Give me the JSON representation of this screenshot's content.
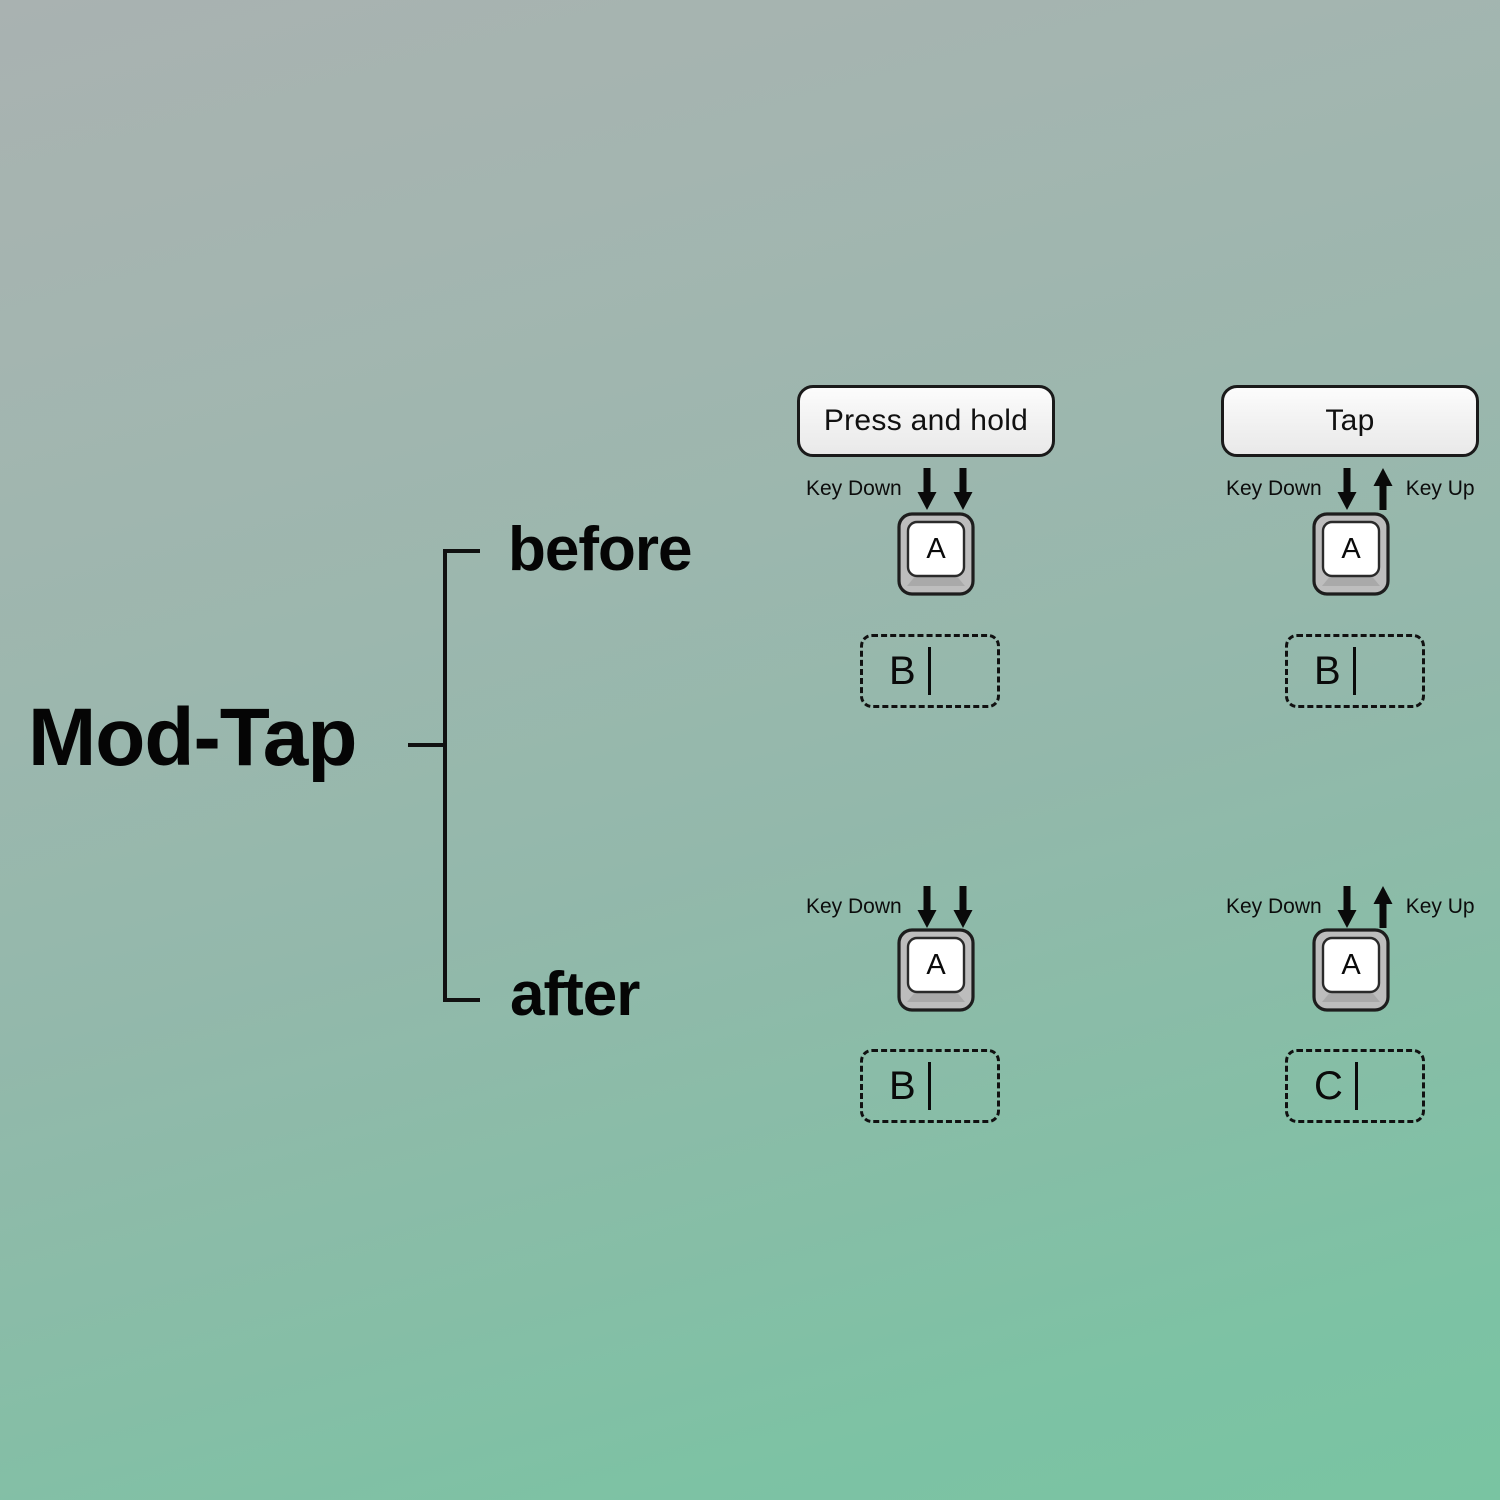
{
  "diagram": {
    "title": "Mod-Tap",
    "background": {
      "gradient_from": "#a9b2b1",
      "gradient_to": "#79c4a2"
    },
    "bracket": {
      "name": "mod-tap-bracket"
    },
    "branches": [
      {
        "id": "before",
        "label": "before"
      },
      {
        "id": "after",
        "label": "after"
      }
    ],
    "columns": [
      {
        "id": "press-and-hold",
        "action_label": "Press and hold"
      },
      {
        "id": "tap",
        "action_label": "Tap"
      }
    ],
    "cells": [
      {
        "id": "before-press-hold",
        "branch": "before",
        "column": "press-and-hold",
        "events": {
          "left_label": "Key Down",
          "right_label": "",
          "arrows": [
            "down",
            "down"
          ]
        },
        "keycap": "A",
        "output": {
          "text": "B",
          "caret": true
        }
      },
      {
        "id": "before-tap",
        "branch": "before",
        "column": "tap",
        "events": {
          "left_label": "Key Down",
          "right_label": "Key Up",
          "arrows": [
            "down",
            "up"
          ]
        },
        "keycap": "A",
        "output": {
          "text": "B",
          "caret": true
        }
      },
      {
        "id": "after-press-hold",
        "branch": "after",
        "column": "press-and-hold",
        "events": {
          "left_label": "Key Down",
          "right_label": "",
          "arrows": [
            "down",
            "down"
          ]
        },
        "keycap": "A",
        "output": {
          "text": "B",
          "caret": true
        }
      },
      {
        "id": "after-tap",
        "branch": "after",
        "column": "tap",
        "events": {
          "left_label": "Key Down",
          "right_label": "Key Up",
          "arrows": [
            "down",
            "up"
          ]
        },
        "keycap": "A",
        "output": {
          "text": "C",
          "caret": true
        }
      }
    ],
    "colors": {
      "ink": "#0a0a0a",
      "keycap_body": "#b8b8b8",
      "keycap_face": "#ffffff",
      "pill_fill": "#f4f4f4"
    }
  }
}
